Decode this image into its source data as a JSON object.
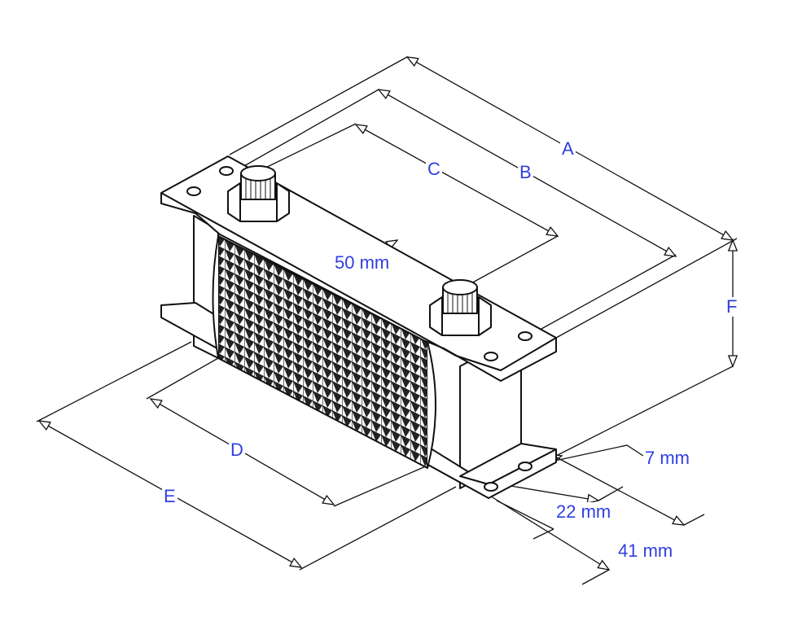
{
  "diagram": {
    "label_color": "#2f3fe0",
    "line_color": "#111111",
    "dimensions": {
      "A": "A",
      "B": "B",
      "C": "C",
      "D": "D",
      "E": "E",
      "F": "F",
      "core_depth": "50 mm",
      "hole_diameter": "7 mm",
      "hole_offset": "22 mm",
      "foot_depth": "41 mm"
    }
  }
}
